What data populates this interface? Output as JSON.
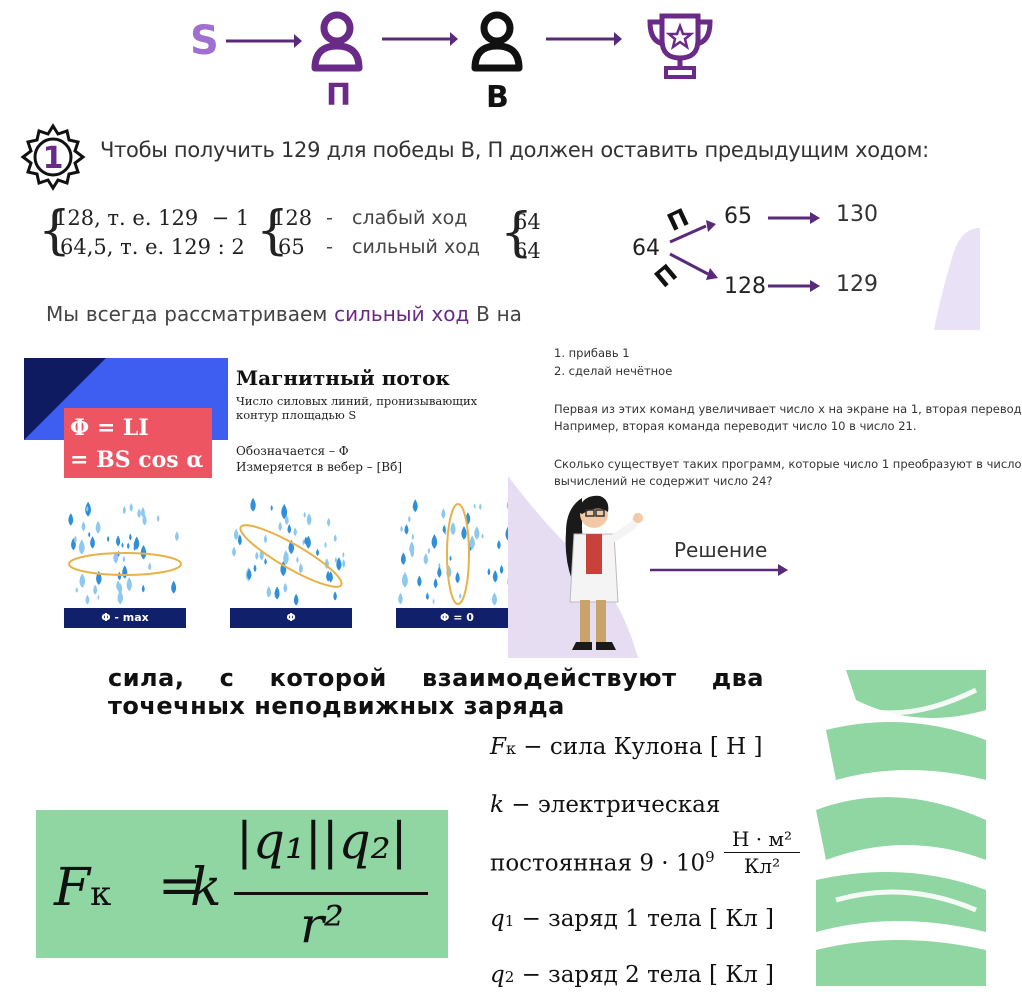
{
  "flow": {
    "start": "S",
    "player1": "П",
    "player2": "В",
    "colors": {
      "accent": "#a070d0",
      "player1": "#6a2a88",
      "arrow": "#5a2a7a",
      "player2": "#111111"
    },
    "icons": [
      "user-icon",
      "user-icon",
      "trophy-icon"
    ]
  },
  "step": {
    "number": "1",
    "text": "Чтобы получить 129 для победы В, П должен оставить предыдущим ходом:"
  },
  "system1": {
    "line1_num": "128, т. е. 129",
    "line1_op": "− 1",
    "line2_num": "64,5, т. е. 129",
    "line2_op": ": 2"
  },
  "system2": {
    "line1_num": "128",
    "line1_dash": "-",
    "line1_word": "слабый ход",
    "line2_num": "65",
    "line2_dash": "-",
    "line2_word": "сильный ход"
  },
  "system3": {
    "line1": "64",
    "line2": "64"
  },
  "tree": {
    "root": "64",
    "branch_label_top": "П",
    "branch_label_bottom": "П",
    "top_child": "65",
    "top_result": "130",
    "bottom_child": "128",
    "bottom_result": "129"
  },
  "lead": {
    "words_before": [
      "Мы",
      "всегда",
      "рассматриваем"
    ],
    "accent_words": [
      "сильный",
      "ход"
    ],
    "words_after": [
      "В",
      "на"
    ]
  },
  "flux": {
    "title": "Магнитный поток",
    "subtitle": "Число силовых линий, пронизывающих контур площадью S",
    "formula_line1": "Φ = LI",
    "formula_line2": "= BS cos α",
    "denoted": "Обозначается – Φ",
    "measured": "Измеряется в вебер –  [Вб]",
    "captions": [
      "Φ - max",
      "Φ",
      "Φ = 0"
    ]
  },
  "task": {
    "cmd1": "1. прибавь 1",
    "cmd2": "2. сделай нечётное",
    "p1_line1": "Первая из этих команд увеличивает число x на экране на 1, вторая перевод",
    "p1_line2": "Например, вторая команда переводит число 10 в число 21.",
    "p2_line1": "Сколько существует таких программ, которые число 1 преобразуют в число",
    "p2_line2": "вычислений не содержит число 24?",
    "solution": "Решение"
  },
  "coulomb": {
    "def_words_line1": [
      "сила,",
      "с",
      "которой",
      "взаимодействуют",
      "два"
    ],
    "def_line2": "точечных неподвижных заряда",
    "formula": {
      "lhs": "F",
      "lhs_sub": "к",
      "eq": "=",
      "k": "k",
      "num": "|q₁||q₂|",
      "den": "r²"
    },
    "legend": {
      "f_sym": "F",
      "f_sub": "к",
      "f_text": " − сила Кулона [ Н ]",
      "k_sym": "k",
      "k_text": " − электрическая",
      "const_text": "постоянная 9 · 10",
      "const_exp": "9",
      "unit_num": "Н · м²",
      "unit_den": "Кл²",
      "q1_sym": "q",
      "q1_sub": "1",
      "q1_text": " − заряд 1 тела [ Кл ]",
      "q2_sym": "q",
      "q2_sub": "2",
      "q2_text": " − заряд 2 тела [ Кл ]"
    }
  }
}
